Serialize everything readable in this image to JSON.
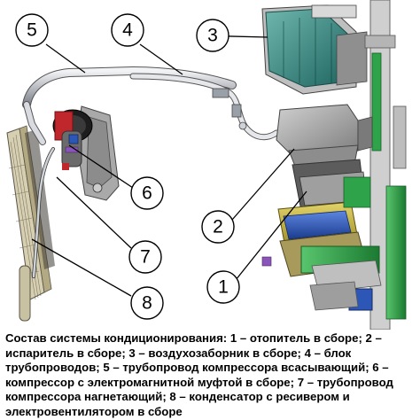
{
  "callouts": [
    {
      "id": "1",
      "label": "1"
    },
    {
      "id": "2",
      "label": "2"
    },
    {
      "id": "3",
      "label": "3"
    },
    {
      "id": "4",
      "label": "4"
    },
    {
      "id": "5",
      "label": "5"
    },
    {
      "id": "6",
      "label": "6"
    },
    {
      "id": "7",
      "label": "7"
    },
    {
      "id": "8",
      "label": "8"
    }
  ],
  "caption": "Состав системы кондиционирования: 1 – отопитель в сборе; 2 – испаритель в сборе; 3 – воздухозаборник в сборе; 4 – блок трубопроводов; 5 – трубопровод компрессора всасывающий; 6 – компрессор с электромагнитной муфтой в сборе; 7 – трубопровод компрессора нагнетающий; 8 – конденсатор с ресивером и электровентилятором в сборе",
  "colors": {
    "heater_green": "#2fa34a",
    "intake_teal": "#3b8f8a",
    "evaporator_yellow": "#c9b43a",
    "evaporator_blue": "#2d57b6",
    "housing_gray": "#a8a8a8",
    "pipe_silver": "#c9ccd1",
    "compressor_red": "#c0272d",
    "bracket_purple": "#8a55b8",
    "condenser_beige": "#d7cfb2"
  }
}
